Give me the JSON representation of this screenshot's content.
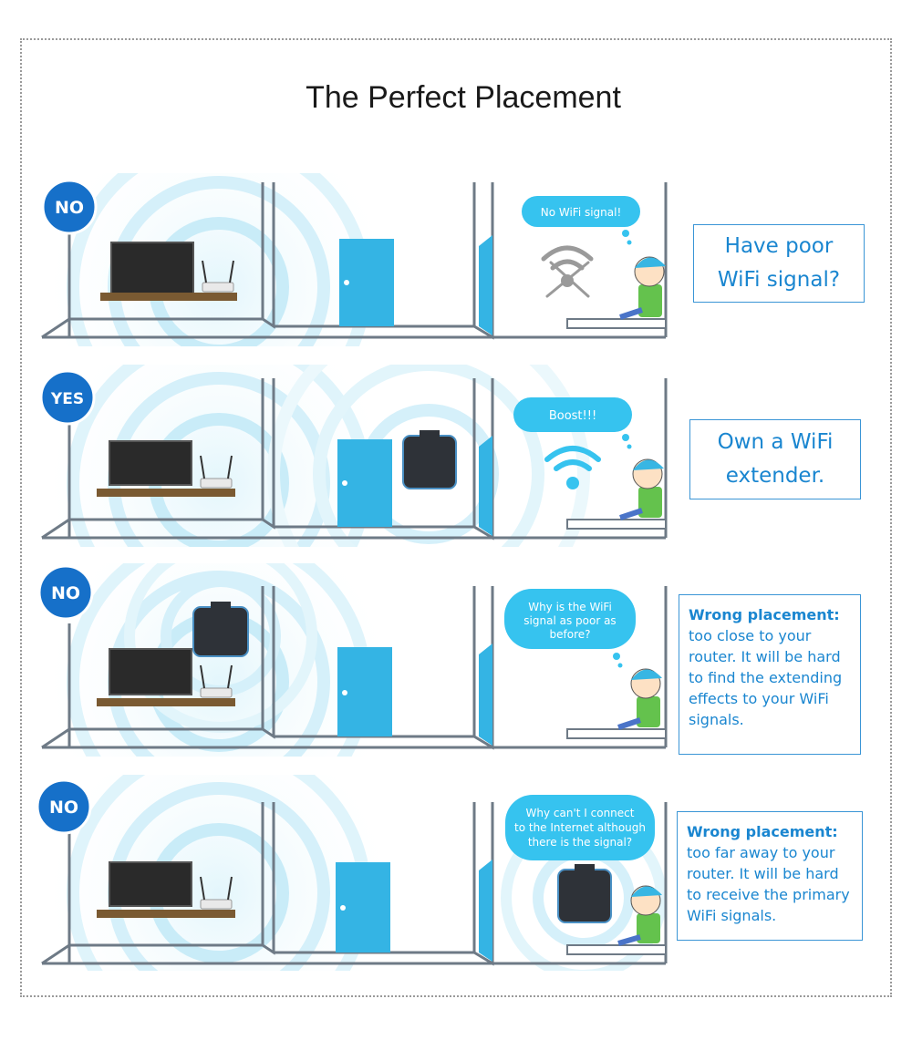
{
  "title": "The Perfect Placement",
  "panels": [
    {
      "badge": "NO",
      "bubble": [
        "No WiFi signal!"
      ],
      "info": [
        "Have poor",
        "WiFi signal?"
      ]
    },
    {
      "badge": "YES",
      "bubble": [
        "Boost!!!"
      ],
      "info": [
        "Own a WiFi",
        "extender."
      ]
    },
    {
      "badge": "NO",
      "bubble": [
        "Why is the WiFi",
        "signal as poor as",
        "before?"
      ],
      "info_heading": "Wrong placement:",
      "info": [
        "too close to your",
        "router. It will be hard",
        "to find the extending",
        "effects to your WiFi",
        "signals."
      ]
    },
    {
      "badge": "NO",
      "bubble": [
        "Why can't I connect",
        "to the Internet although",
        "there is the signal?"
      ],
      "info_heading": "Wrong placement:",
      "info": [
        "too far away to your",
        "router. It will be hard",
        "to receive the primary",
        "WiFi signals."
      ]
    }
  ],
  "colors": {
    "badge": "#1670c9",
    "bubble": "#36c3ef",
    "door": "#34b4e4",
    "wave": "#bfe8f6",
    "info_text": "#1a86d0",
    "wall": "#6e7a86"
  }
}
